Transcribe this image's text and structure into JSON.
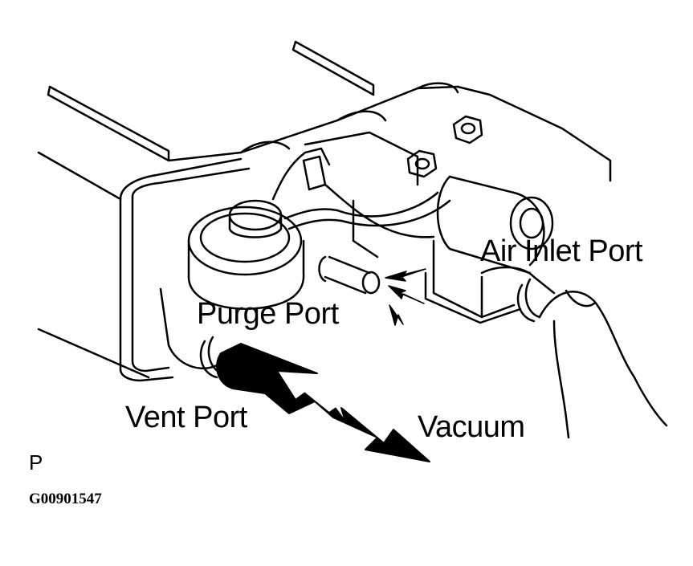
{
  "labels": {
    "air_inlet_port": "Air Inlet Port",
    "purge_port": "Purge Port",
    "vent_port": "Vent Port",
    "vacuum": "Vacuum",
    "view_letter": "P",
    "figure_code": "G00901547"
  },
  "colors": {
    "ink": "#000000",
    "paper": "#ffffff"
  },
  "icons": {
    "vacuum_arrow": "vacuum-arrow-icon",
    "air_flow_arrows": "air-flow-arrows-icon",
    "finger": "finger-icon"
  }
}
